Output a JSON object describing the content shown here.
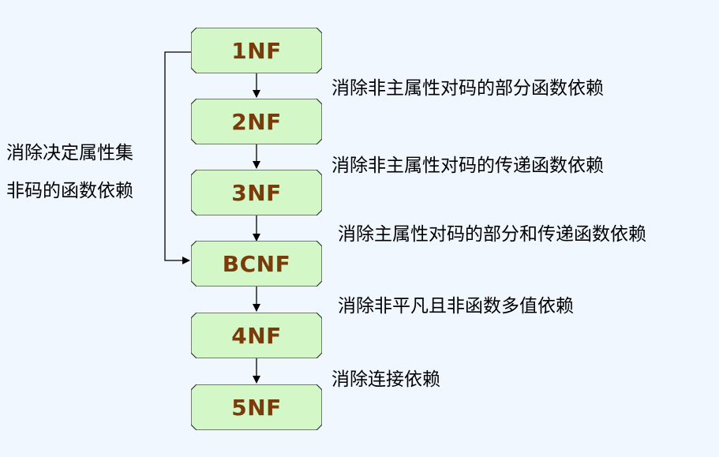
{
  "colors": {
    "background": "#f0f7ff",
    "box_fill": "#d4f7c8",
    "box_border": "#333333",
    "box_text": "#7a3b0a",
    "line": "#000000"
  },
  "normal_forms": [
    {
      "label": "1NF"
    },
    {
      "label": "2NF"
    },
    {
      "label": "3NF"
    },
    {
      "label": "BCNF"
    },
    {
      "label": "4NF"
    },
    {
      "label": "5NF"
    }
  ],
  "transitions": [
    {
      "text": "消除非主属性对码的部分函数依赖"
    },
    {
      "text": "消除非主属性对码的传递函数依赖"
    },
    {
      "text": "消除主属性对码的部分和传递函数依赖"
    },
    {
      "text": "消除非平凡且非函数多值依赖"
    },
    {
      "text": "消除连接依赖"
    }
  ],
  "bypass": {
    "line1": "消除决定属性集",
    "line2": "非码的函数依赖"
  }
}
